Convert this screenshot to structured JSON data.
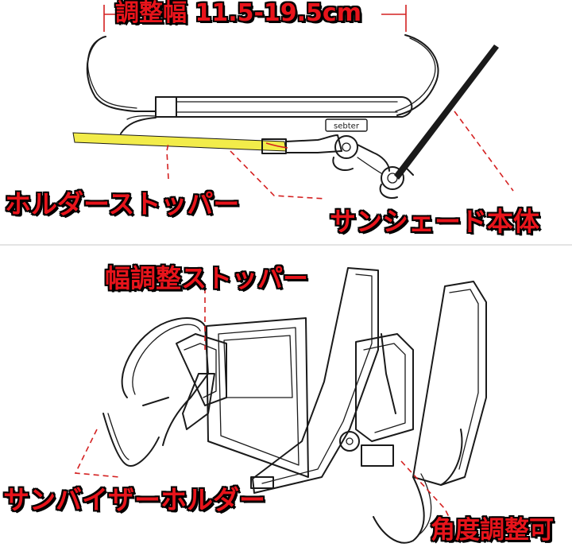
{
  "colors": {
    "label_fill": "#e8141b",
    "label_outline": "#000000",
    "leader_line": "#d42020",
    "sunshade_highlight": "#f2ec4a",
    "drawing_line": "#1a1a1a",
    "divider": "#c8c8c8"
  },
  "top_diagram": {
    "width_label": "調整幅 11.5-19.5cm",
    "brand_mark": "sebter",
    "labels": {
      "holder_stopper": "ホルダーストッパー",
      "sunshade_body": "サンシェード本体"
    }
  },
  "bottom_diagram": {
    "labels": {
      "width_stopper": "幅調整ストッパー",
      "visor_holder": "サンバイザーホルダー",
      "angle_adjustable": "角度調整可"
    }
  }
}
